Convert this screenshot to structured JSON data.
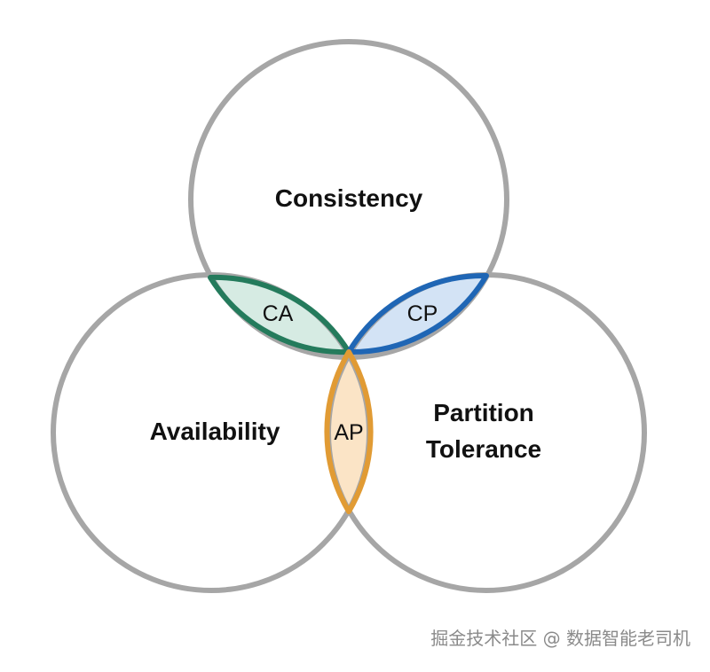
{
  "circles": {
    "consistency": {
      "label": "Consistency"
    },
    "availability": {
      "label": "Availability"
    },
    "partition": {
      "label_line1": "Partition",
      "label_line2": "Tolerance"
    }
  },
  "overlaps": {
    "ca": {
      "label": "CA",
      "stroke": "#247b5c",
      "fill": "#d6ebe3"
    },
    "cp": {
      "label": "CP",
      "stroke": "#1f66b5",
      "fill": "#d3e3f5"
    },
    "ap": {
      "label": "AP",
      "stroke": "#e19b34",
      "fill": "#fbe4c6"
    }
  },
  "colors": {
    "circle_stroke": "#a6a6a6"
  },
  "watermark": "掘金技术社区 @ 数据智能老司机"
}
